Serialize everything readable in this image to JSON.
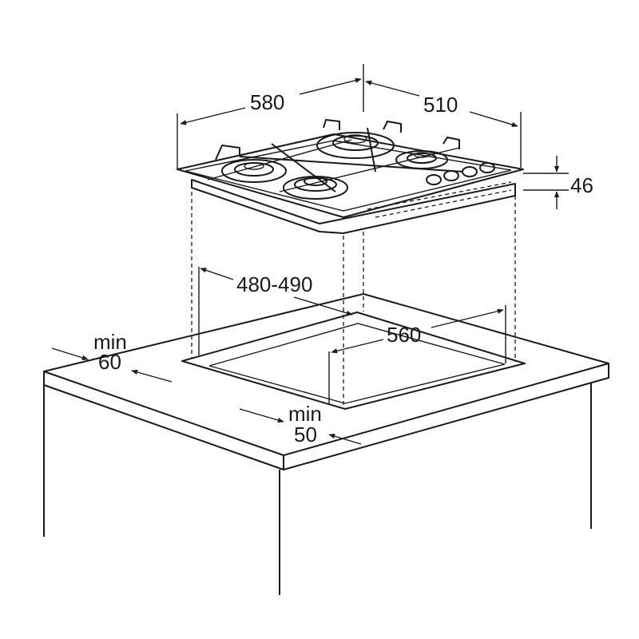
{
  "dimensions": {
    "hob_width": "580",
    "hob_depth": "510",
    "hob_height": "46",
    "cutout_depth": "480-490",
    "cutout_width": "560",
    "min_back_word": "min",
    "min_back_value": "60",
    "min_front_word": "min",
    "min_front_value": "50"
  },
  "colors": {
    "line": "#1a1a1a",
    "background": "#ffffff"
  }
}
